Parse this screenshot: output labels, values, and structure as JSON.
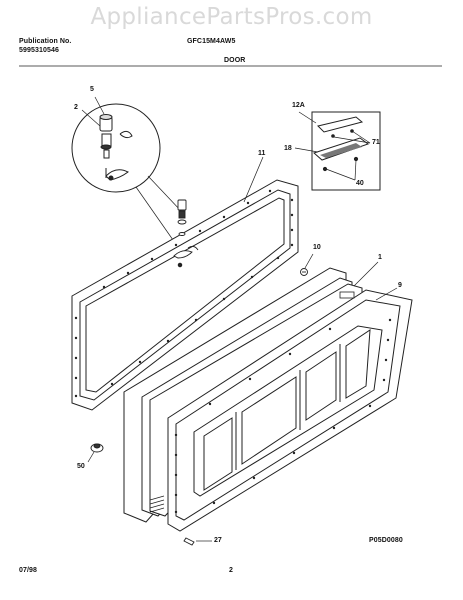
{
  "watermark": "AppliancePartsPros.com",
  "header": {
    "pub_label": "Publication No.",
    "pub_number": "5995310546",
    "model": "GFC15M4AW5",
    "section": "DOOR"
  },
  "callouts": [
    "5",
    "2",
    "11",
    "12A",
    "71",
    "18",
    "40",
    "10",
    "1",
    "9",
    "50",
    "27"
  ],
  "footer": {
    "code": "P05D0080",
    "date": "07/98",
    "page": "2"
  }
}
